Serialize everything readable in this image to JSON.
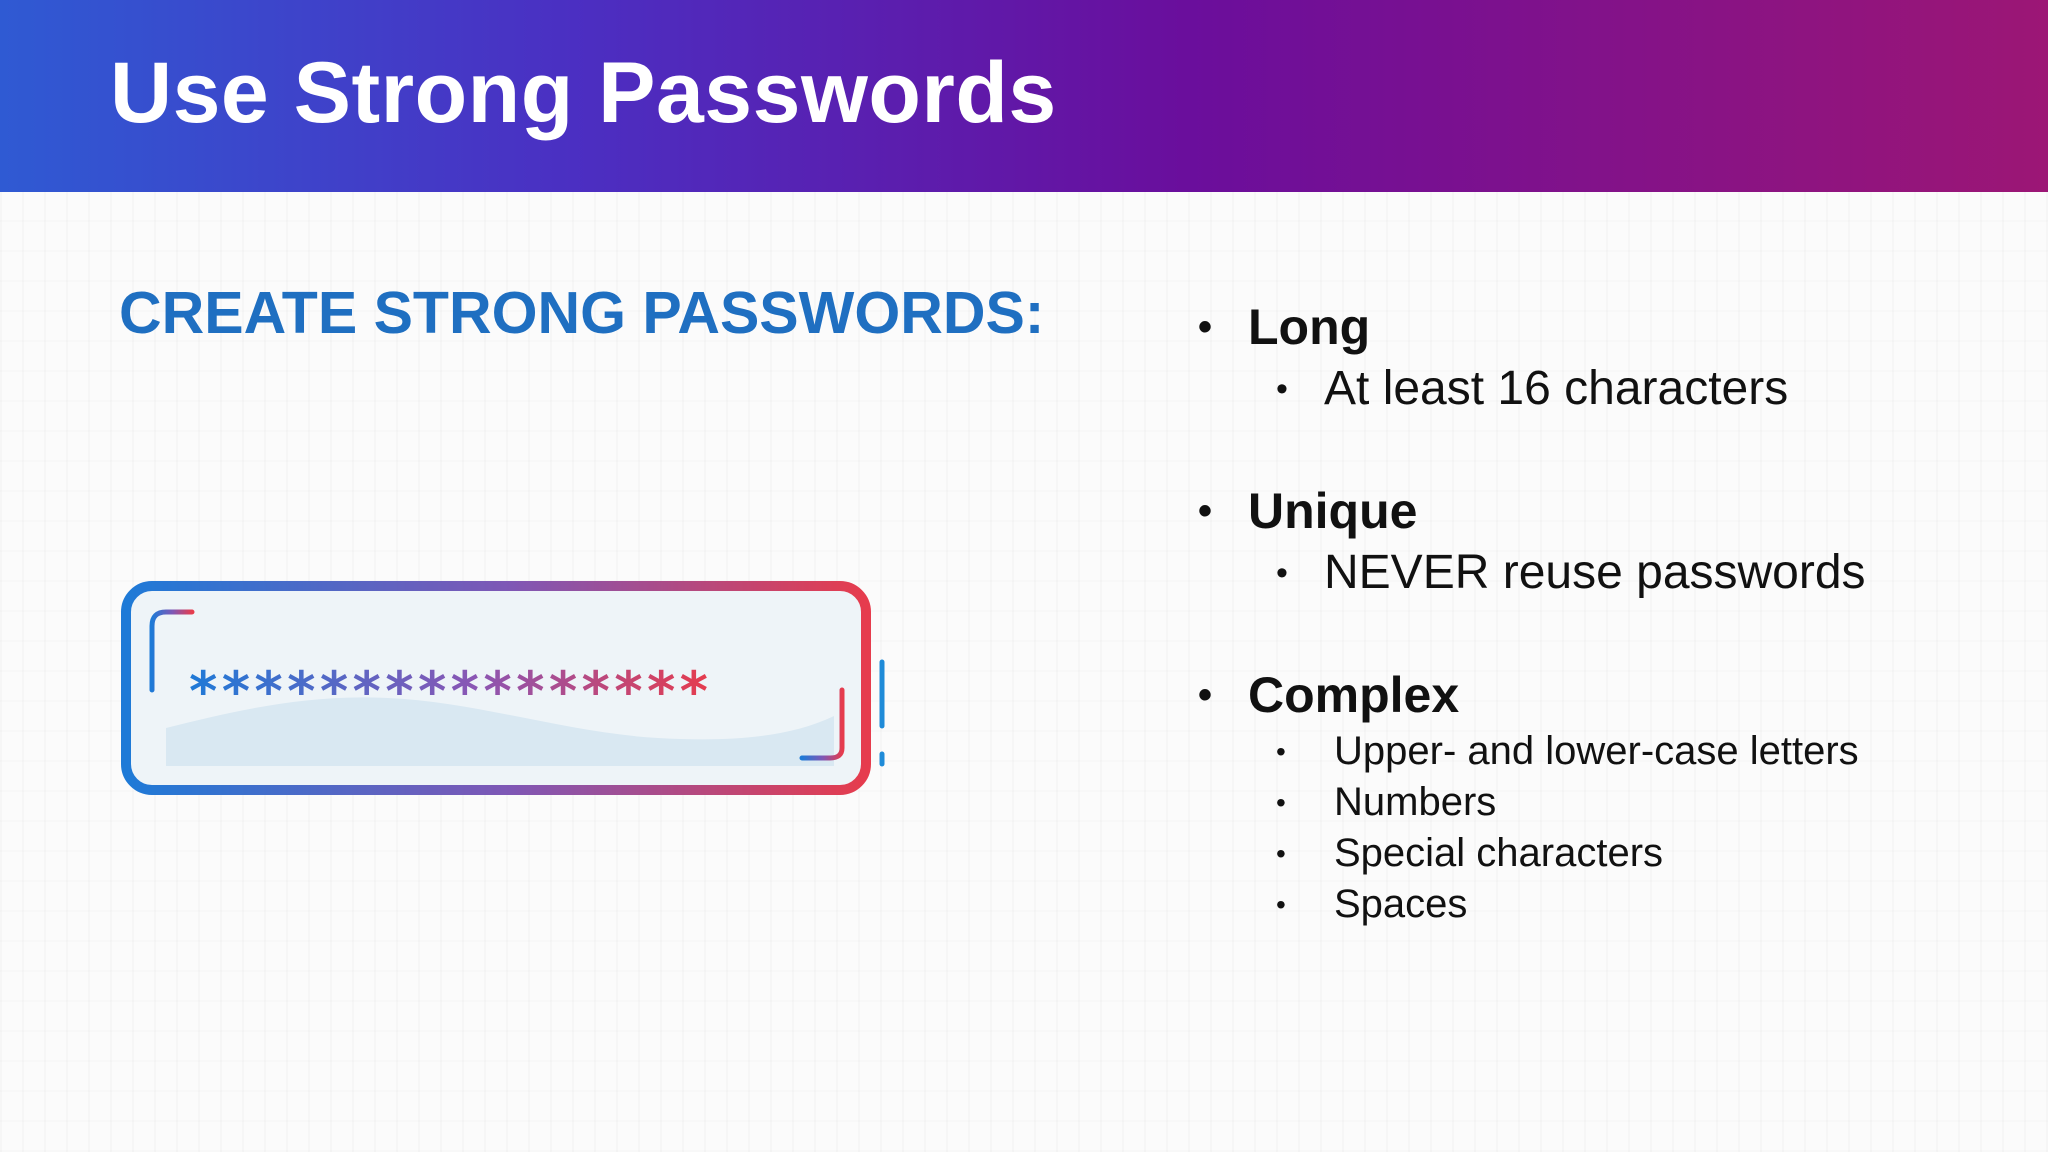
{
  "slide": {
    "title": "Use Strong Passwords",
    "section_heading": "CREATE STRONG PASSWORDS:"
  },
  "illustration": {
    "icon_name": "password-field-icon",
    "masked_text": "****************",
    "colors": {
      "start": "#1e7ad7",
      "middle": "#7f57b5",
      "end": "#e63c4d",
      "panel": "#eef4f8",
      "wave": "#d9e8f2"
    }
  },
  "bullets": {
    "bullet_symbol": "•",
    "items": [
      {
        "label": "Long",
        "subitems": [
          "At least 16 characters"
        ]
      },
      {
        "label": "Unique",
        "subitems": [
          "NEVER reuse passwords"
        ]
      },
      {
        "label": "Complex",
        "subitems": [
          "Upper- and lower-case letters",
          "Numbers",
          "Special characters",
          "Spaces"
        ]
      }
    ]
  },
  "colors": {
    "header_gradient": [
      "#2f5ad3",
      "#4b2fc2",
      "#6a0e9c",
      "#9c1675"
    ],
    "title_text": "#ffffff",
    "section_heading": "#1f6fc1",
    "body_text": "#111111",
    "background": "#fbfbfb"
  }
}
